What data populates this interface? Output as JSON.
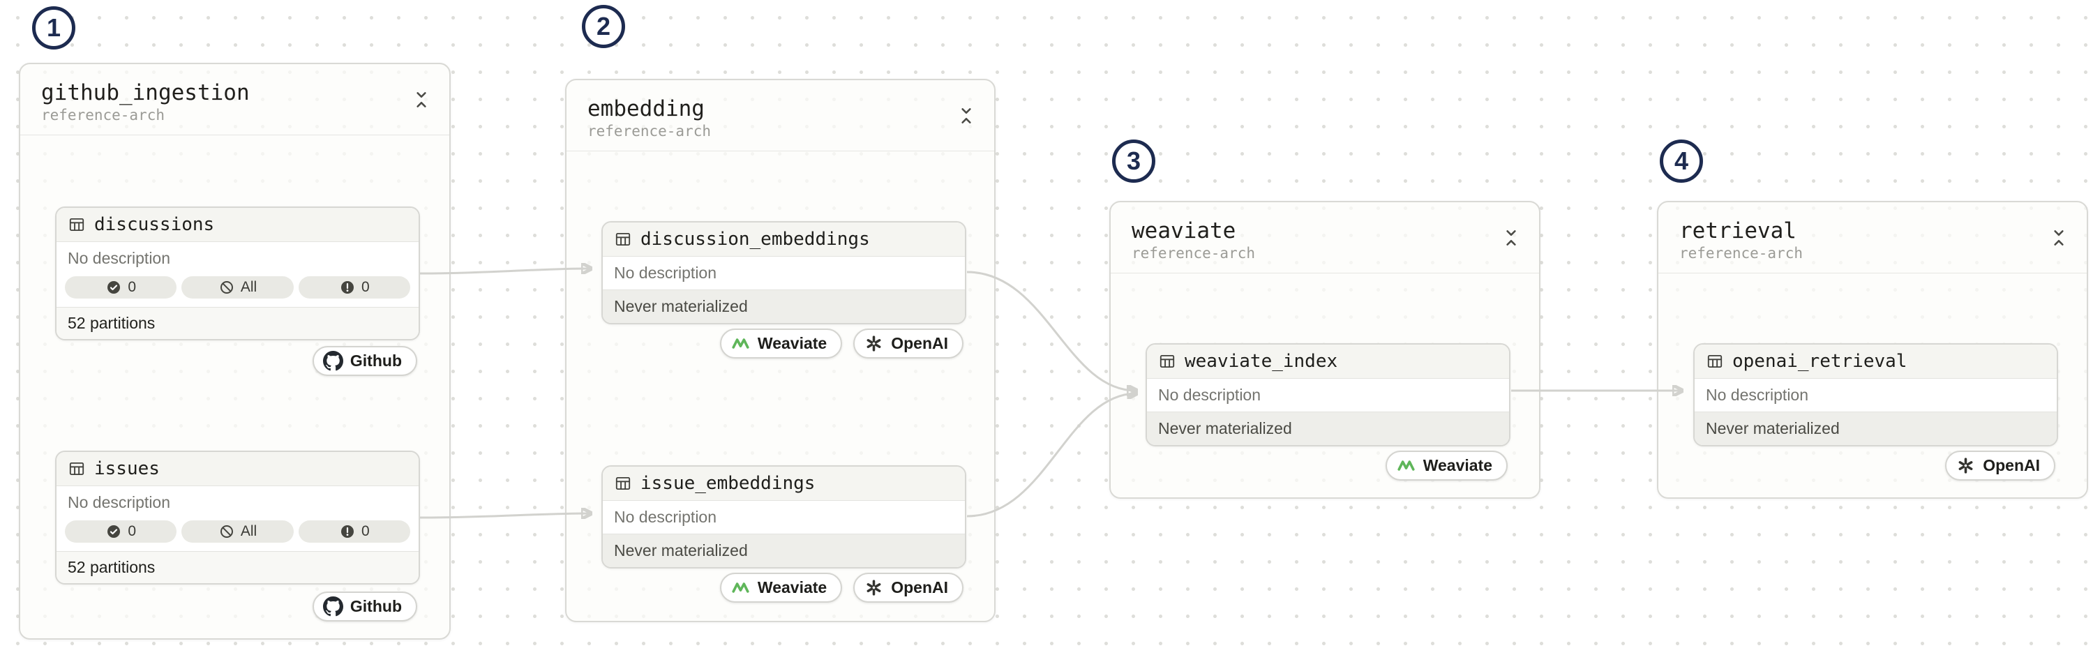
{
  "colors": {
    "marker_ring": "#1d2b50",
    "edge": "#d2d2ce",
    "weaviate_green": "#5fb65a",
    "node_header_bg": "#f5f5f1",
    "status_row_bg": "#eeeeea"
  },
  "markers": {
    "m1": "1",
    "m2": "2",
    "m3": "3",
    "m4": "4"
  },
  "groups": {
    "github_ingestion": {
      "title": "github_ingestion",
      "subtitle": "reference-arch"
    },
    "embedding": {
      "title": "embedding",
      "subtitle": "reference-arch"
    },
    "weaviate": {
      "title": "weaviate",
      "subtitle": "reference-arch"
    },
    "retrieval": {
      "title": "retrieval",
      "subtitle": "reference-arch"
    }
  },
  "assets": {
    "discussions": {
      "name": "discussions",
      "description": "No description",
      "checks_count": "0",
      "automation_label": "All",
      "warning_count": "0",
      "partitions": "52 partitions",
      "tag": "Github"
    },
    "issues": {
      "name": "issues",
      "description": "No description",
      "checks_count": "0",
      "automation_label": "All",
      "warning_count": "0",
      "partitions": "52 partitions",
      "tag": "Github"
    },
    "discussion_embeddings": {
      "name": "discussion_embeddings",
      "description": "No description",
      "status": "Never materialized",
      "tags": [
        "Weaviate",
        "OpenAI"
      ]
    },
    "issue_embeddings": {
      "name": "issue_embeddings",
      "description": "No description",
      "status": "Never materialized",
      "tags": [
        "Weaviate",
        "OpenAI"
      ]
    },
    "weaviate_index": {
      "name": "weaviate_index",
      "description": "No description",
      "status": "Never materialized",
      "tags": [
        "Weaviate"
      ]
    },
    "openai_retrieval": {
      "name": "openai_retrieval",
      "description": "No description",
      "status": "Never materialized",
      "tags": [
        "OpenAI"
      ]
    }
  }
}
